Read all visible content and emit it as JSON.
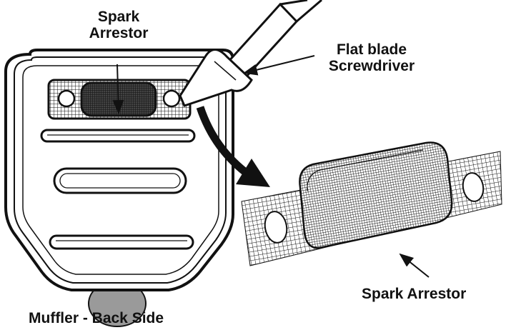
{
  "labels": {
    "spark_arrestor_top": [
      "Spark",
      "Arrestor"
    ],
    "screwdriver": [
      "Flat blade",
      "Screwdriver"
    ],
    "spark_arrestor_bottom": "Spark Arrestor",
    "muffler": "Muffler - Back Side"
  },
  "colors": {
    "ink": "#111111",
    "paper": "#ffffff",
    "muffler_bottom": "#9a9a9a"
  }
}
